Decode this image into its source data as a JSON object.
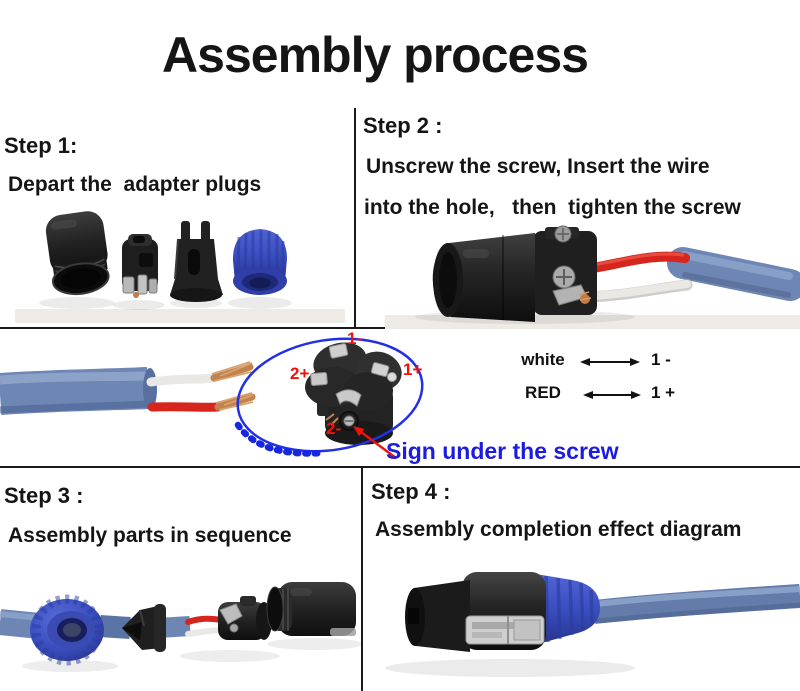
{
  "title": "Assembly process",
  "steps": {
    "step1": {
      "label": "Step 1:",
      "desc": "Depart the  adapter plugs"
    },
    "step2": {
      "label": "Step 2 :",
      "line1": "Unscrew the screw, Insert the wire",
      "line2": "into the hole,   then  tighten the screw"
    },
    "step3": {
      "label": "Step 3 :",
      "desc": "Assembly parts in sequence"
    },
    "step4": {
      "label": "Step 4 :",
      "desc": "Assembly completion effect diagram"
    }
  },
  "middle": {
    "terminals": {
      "t1neg": "1-",
      "t2pos": "2+",
      "t1pos": "1+",
      "t2neg": "2-"
    },
    "note": "Sign under the screw",
    "legend": [
      {
        "wire": "white",
        "terminal": "1 -"
      },
      {
        "wire": "RED",
        "terminal": "1 +"
      }
    ]
  },
  "icons": {
    "legend_arrow": "left-right-arrow",
    "pointer": "red-arrow",
    "screw_mark": "black-circle"
  },
  "colors": {
    "annotation_red": "#ee1208",
    "annotation_blue": "#1c1ce0",
    "ellipse_blue": "#2130e6",
    "text_black": "#151515",
    "cable_blue": "#6d86b4",
    "cap_blue": "#3e53c4",
    "wire_red": "#d6251c",
    "wire_white": "#eae8e4",
    "copper": "#c08350"
  }
}
